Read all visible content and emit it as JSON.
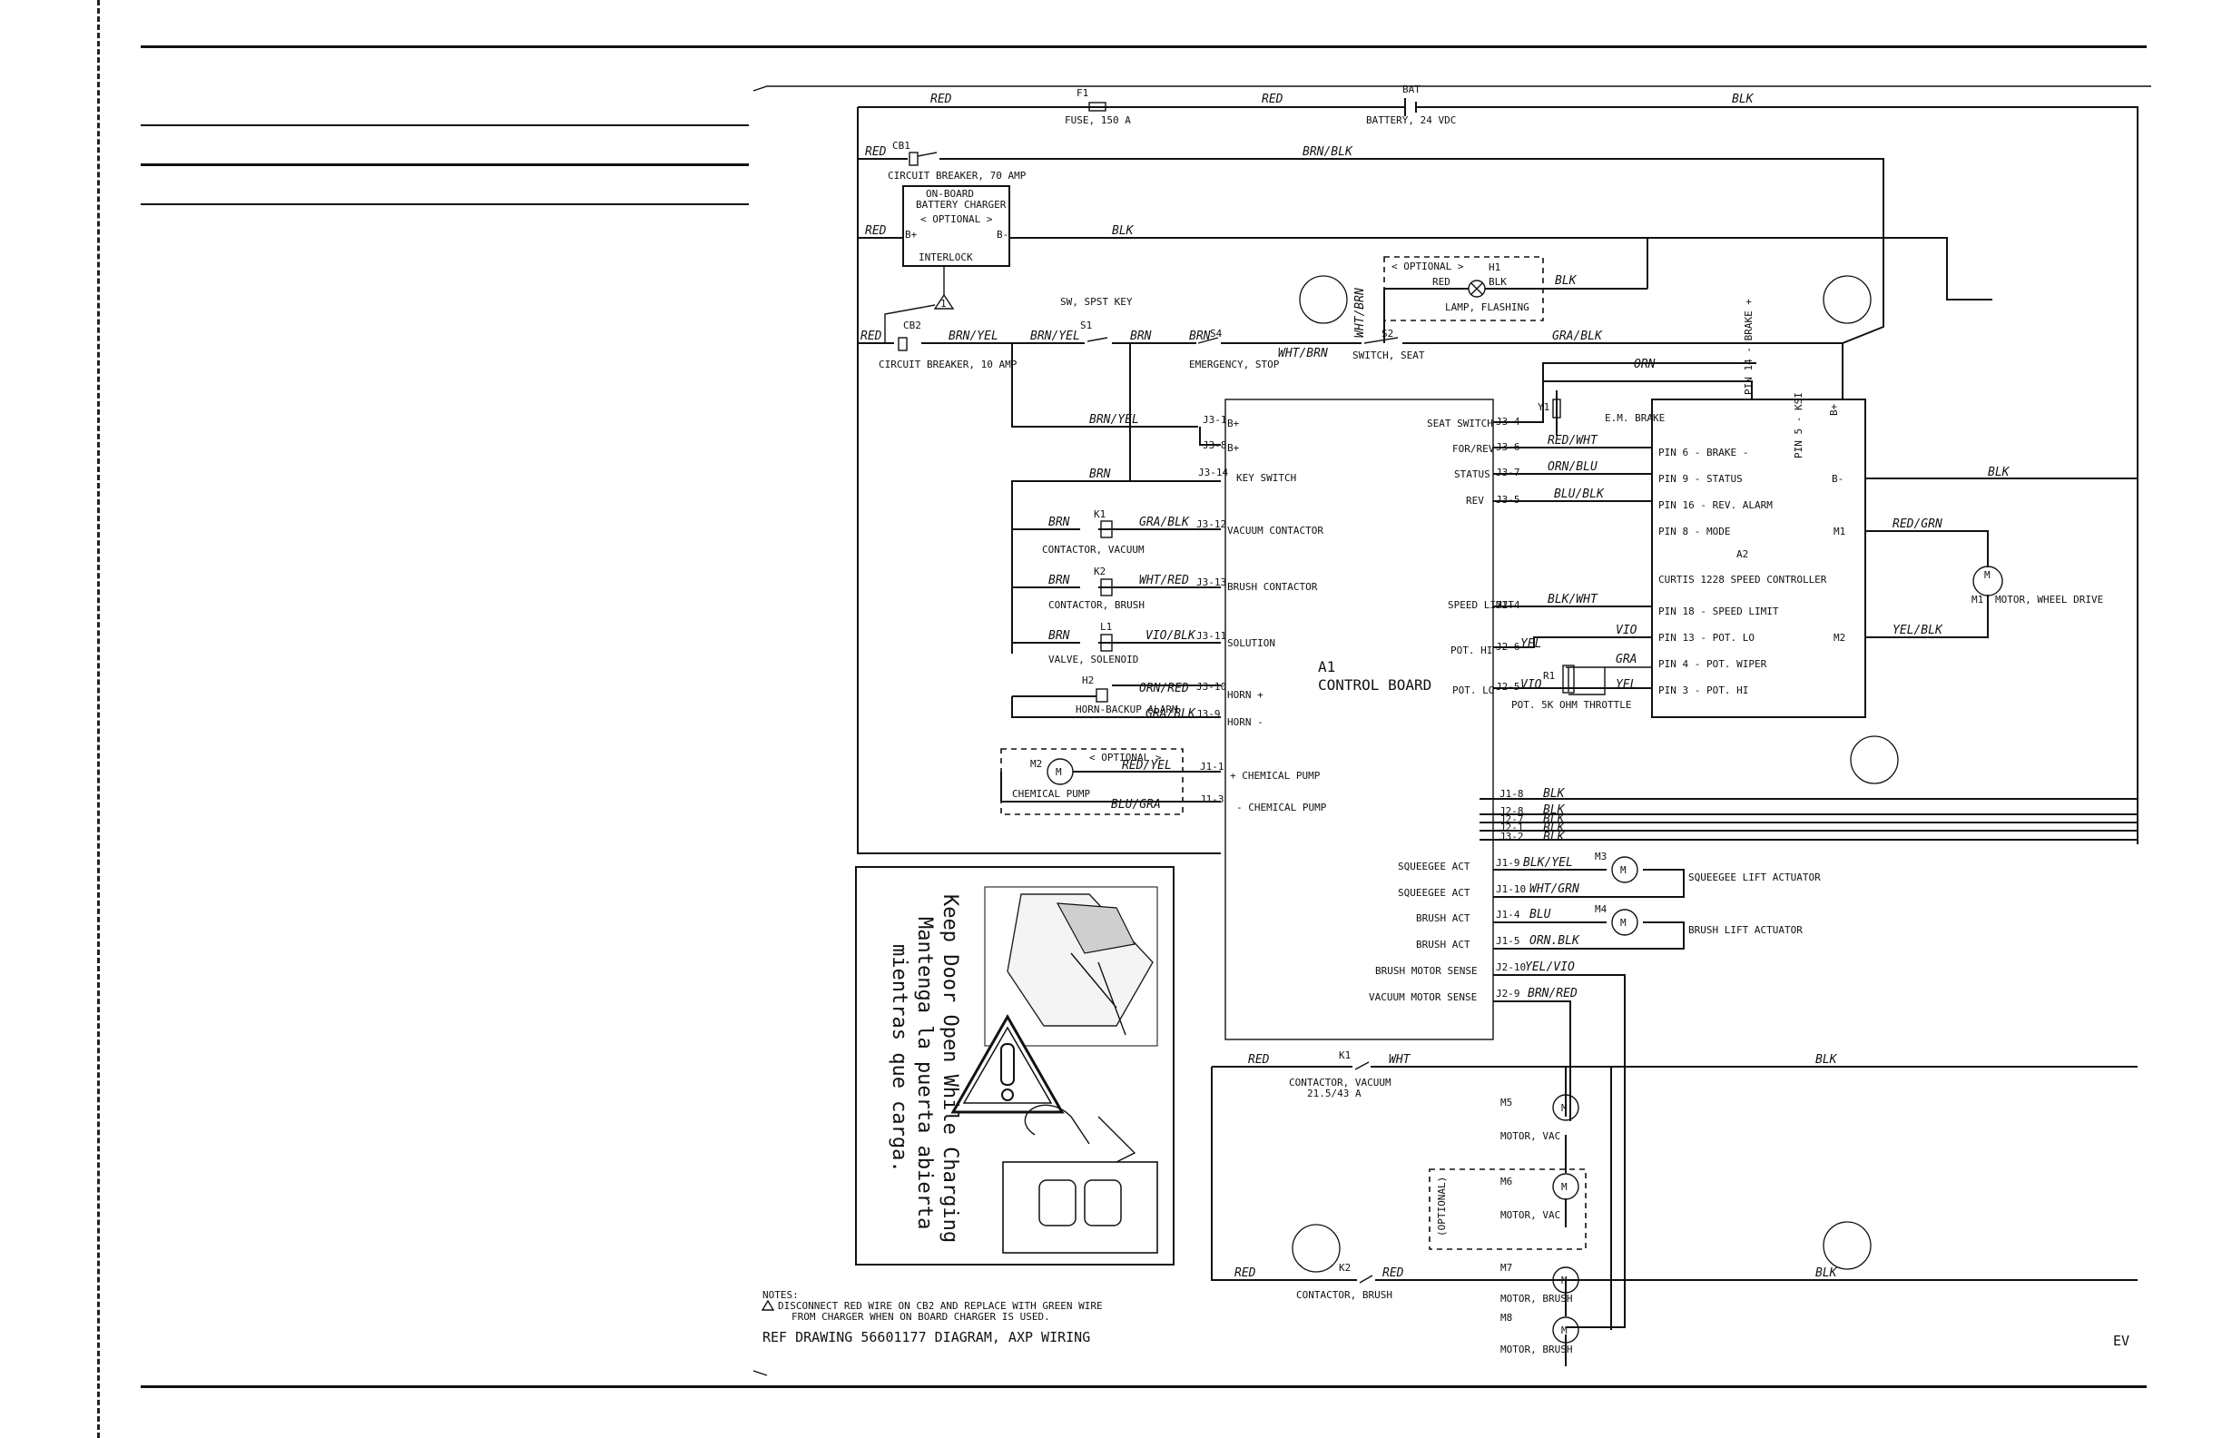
{
  "battery": {
    "ref": "BAT",
    "label": "BATTERY, 24 VDC"
  },
  "fuse": {
    "ref": "F1",
    "label": "FUSE, 150 A"
  },
  "cb1": {
    "ref": "CB1",
    "label": "CIRCUIT BREAKER, 70 AMP"
  },
  "cb2": {
    "ref": "CB2",
    "label": "CIRCUIT BREAKER, 10 AMP"
  },
  "charger": {
    "line1": "ON-BOARD",
    "line2": "BATTERY CHARGER",
    "optional": "< OPTIONAL >",
    "interlock": "INTERLOCK",
    "bplus": "B+",
    "bminus": "B-"
  },
  "key_switch": {
    "ref": "S1",
    "label": "SW, SPST KEY"
  },
  "estop": {
    "ref": "S4",
    "label": "EMERGENCY, STOP"
  },
  "seat": {
    "ref": "S2",
    "label": "SWITCH, SEAT"
  },
  "lamp": {
    "optional": "< OPTIONAL >",
    "ref": "H1",
    "label": "LAMP, FLASHING"
  },
  "control_board": {
    "ref": "A1",
    "label": "CONTROL BOARD"
  },
  "speed_controller": {
    "ref": "A2",
    "label": "CURTIS 1228 SPEED CONTROLLER",
    "pins": [
      "PIN 6 - BRAKE -",
      "PIN 9 - STATUS",
      "PIN 16 - REV. ALARM",
      "PIN 8 - MODE",
      "PIN 18 - SPEED LIMIT",
      "PIN 13 - POT. LO",
      "PIN 4 - POT. WIPER",
      "PIN 3 - POT. HI"
    ],
    "top_pins": [
      "PIN 14 - BRAKE +",
      "PIN 5 - KSI"
    ],
    "bplus": "B+",
    "bminus": "B-",
    "m1": "M1",
    "m2": "M2"
  },
  "em_brake": {
    "ref": "Y1",
    "label": "E.M. BRAKE"
  },
  "throttle": {
    "ref": "R1",
    "label": "POT. 5K OHM THROTTLE"
  },
  "wheel_motor": {
    "ref": "M1",
    "label": "MOTOR, WHEEL DRIVE",
    "symbol": "M"
  },
  "board_left": [
    {
      "label": "SEAT SWITCH",
      "pin": "J3-4"
    },
    {
      "label": "FOR/REV",
      "pin": "J3-6"
    },
    {
      "label": "STATUS",
      "pin": "J3-7"
    },
    {
      "label": "REV",
      "pin": "J3-5"
    },
    {
      "label": "SPEED LIMIT",
      "pin": "J2-4"
    },
    {
      "label": "POT. HI",
      "pin": "J2-6"
    },
    {
      "label": "POT. LO",
      "pin": "J2-5"
    }
  ],
  "board_right_inputs": [
    {
      "pin": "J3-1",
      "label": "B+"
    },
    {
      "pin": "J3-8",
      "label": "B+"
    },
    {
      "pin": "J3-14",
      "label": "KEY SWITCH"
    },
    {
      "pin": "J3-12",
      "label": "VACUUM CONTACTOR"
    },
    {
      "pin": "J3-13",
      "label": "BRUSH CONTACTOR"
    },
    {
      "pin": "J3-11",
      "label": "SOLUTION"
    },
    {
      "pin": "J3-10",
      "label": "HORN +"
    },
    {
      "pin": "J3-9",
      "label": "HORN -"
    },
    {
      "pin": "J1-1",
      "label": "+ CHEMICAL PUMP"
    },
    {
      "pin": "J1-3",
      "label": "- CHEMICAL PUMP"
    }
  ],
  "k1": {
    "ref": "K1",
    "label": "CONTACTOR, VACUUM"
  },
  "k2": {
    "ref": "K2",
    "label": "CONTACTOR, BRUSH"
  },
  "l1": {
    "ref": "L1",
    "label": "VALVE, SOLENOID"
  },
  "h2": {
    "ref": "H2",
    "label": "HORN-BACKUP ALARM"
  },
  "m2": {
    "ref": "M2",
    "optional": "< OPTIONAL >",
    "label": "CHEMICAL PUMP"
  },
  "ground_pins": [
    "J1-8",
    "J2-8",
    "J2-7",
    "J2-1",
    "J3-2"
  ],
  "board_bottom": [
    {
      "label": "SQUEEGEE ACT",
      "pin": "J1-9",
      "wire": "BLK/YEL"
    },
    {
      "label": "SQUEEGEE ACT",
      "pin": "J1-10",
      "wire": "WHT/GRN"
    },
    {
      "label": "BRUSH ACT",
      "pin": "J1-4",
      "wire": "BLU"
    },
    {
      "label": "BRUSH ACT",
      "pin": "J1-5",
      "wire": "ORN.BLK"
    },
    {
      "label": "BRUSH MOTOR SENSE",
      "pin": "J2-10",
      "wire": "YEL/VIO"
    },
    {
      "label": "VACUUM MOTOR SENSE",
      "pin": "J2-9",
      "wire": "BRN/RED"
    }
  ],
  "m3": {
    "ref": "M3",
    "label": "SQUEEGEE LIFT ACTUATOR"
  },
  "m4": {
    "ref": "M4",
    "label": "BRUSH LIFT ACTUATOR"
  },
  "k1_power": {
    "ref": "K1",
    "label": "CONTACTOR, VACUUM",
    "rating": "21.5/43 A"
  },
  "k2_power": {
    "ref": "K2",
    "label": "CONTACTOR, BRUSH"
  },
  "m5": {
    "ref": "M5",
    "label": "MOTOR, VAC"
  },
  "m6": {
    "ref": "M6",
    "label": "MOTOR, VAC",
    "optional": "(OPTIONAL)"
  },
  "m7": {
    "ref": "M7",
    "label": "MOTOR, BRUSH"
  },
  "m8": {
    "ref": "M8",
    "label": "MOTOR, BRUSH"
  },
  "warning_decal": {
    "line1": "Keep Door Open While Charging",
    "line2": "Mantenga la puerta abierta",
    "line3": "mientras que carga."
  },
  "notes": {
    "heading": "NOTES:",
    "marker": "1",
    "line1": "DISCONNECT RED WIRE ON CB2 AND REPLACE WITH GREEN WIRE",
    "line2": "FROM CHARGER WHEN ON BOARD CHARGER IS USED."
  },
  "ref_drawing": "REF DRAWING 56601177 DIAGRAM, AXP WIRING",
  "rev": "EV",
  "wires": {
    "red": "RED",
    "blk": "BLK",
    "brn": "BRN",
    "brn_blk": "BRN/BLK",
    "brn_yel": "BRN/YEL",
    "wht_brn": "WHT/BRN",
    "gra_blk": "GRA/BLK",
    "orn": "ORN",
    "red_wht": "RED/WHT",
    "orn_blu": "ORN/BLU",
    "blu_blk": "BLU/BLK",
    "blk_wht": "BLK/WHT",
    "vio": "VIO",
    "gra": "GRA",
    "yel": "YEL",
    "red_grn": "RED/GRN",
    "yel_blk": "YEL/BLK",
    "wht_red": "WHT/RED",
    "vio_blk": "VIO/BLK",
    "orn_red": "ORN/RED",
    "red_yel": "RED/YEL",
    "blu_gra": "BLU/GRA",
    "wht": "WHT"
  }
}
